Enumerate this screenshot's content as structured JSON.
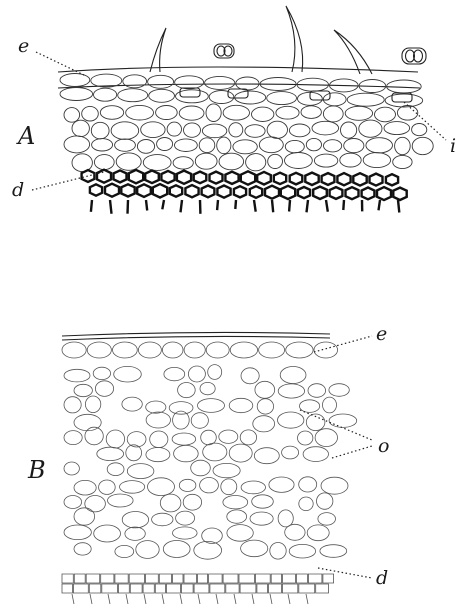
{
  "figure": {
    "panels": [
      {
        "id": "A",
        "label": "A",
        "callouts": {
          "e": "e",
          "i": "i",
          "d": "d"
        }
      },
      {
        "id": "B",
        "label": "B",
        "callouts": {
          "e": "e",
          "o": "o",
          "d": "d"
        }
      }
    ]
  }
}
